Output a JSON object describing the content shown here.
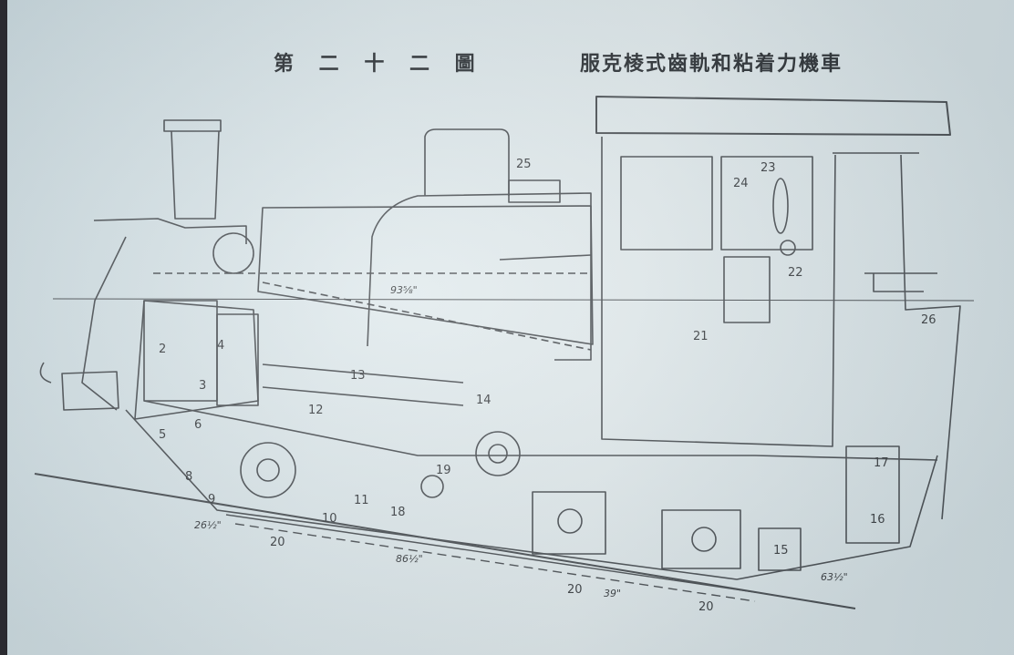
{
  "figure": {
    "number": "第 二 十 二 圖",
    "caption": "服克棱式齒軌和粘着力機車"
  },
  "callouts": [
    {
      "id": "c2",
      "text": "2"
    },
    {
      "id": "c3",
      "text": "3"
    },
    {
      "id": "c4",
      "text": "4"
    },
    {
      "id": "c5",
      "text": "5"
    },
    {
      "id": "c6",
      "text": "6"
    },
    {
      "id": "c8",
      "text": "8"
    },
    {
      "id": "c9",
      "text": "9"
    },
    {
      "id": "c10",
      "text": "10"
    },
    {
      "id": "c11",
      "text": "11"
    },
    {
      "id": "c12",
      "text": "12"
    },
    {
      "id": "c13",
      "text": "13"
    },
    {
      "id": "c14",
      "text": "14"
    },
    {
      "id": "c15",
      "text": "15"
    },
    {
      "id": "c16",
      "text": "16"
    },
    {
      "id": "c17",
      "text": "17"
    },
    {
      "id": "c18",
      "text": "18"
    },
    {
      "id": "c19",
      "text": "19"
    },
    {
      "id": "c20a",
      "text": "20"
    },
    {
      "id": "c20b",
      "text": "20"
    },
    {
      "id": "c20c",
      "text": "20"
    },
    {
      "id": "c21",
      "text": "21"
    },
    {
      "id": "c22",
      "text": "22"
    },
    {
      "id": "c23",
      "text": "23"
    },
    {
      "id": "c24",
      "text": "24"
    },
    {
      "id": "c25",
      "text": "25"
    },
    {
      "id": "c26",
      "text": "26"
    }
  ],
  "dimensions": [
    {
      "id": "d1",
      "text": "93⅝\""
    },
    {
      "id": "d2",
      "text": "26½\""
    },
    {
      "id": "d3",
      "text": "86½\""
    },
    {
      "id": "d4",
      "text": "39\""
    },
    {
      "id": "d5",
      "text": "63½\""
    }
  ]
}
